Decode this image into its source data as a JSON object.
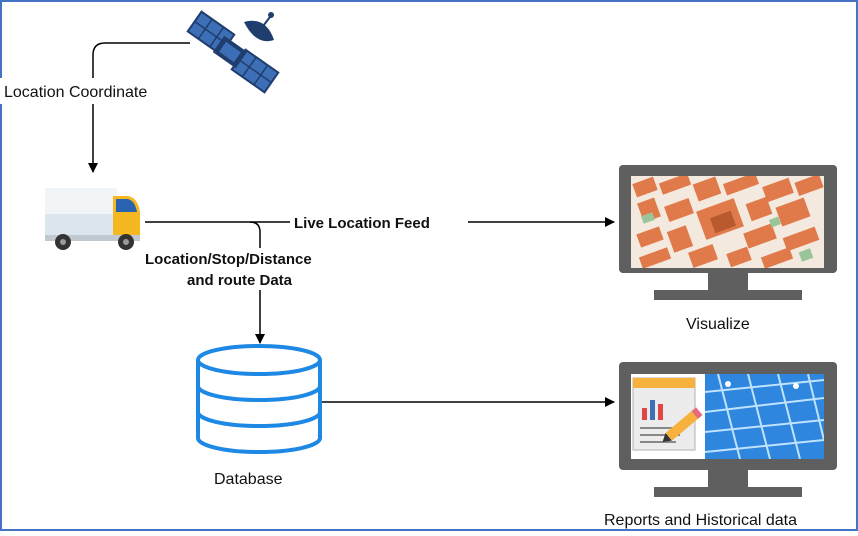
{
  "diagram": {
    "border_color": "#4472C4",
    "labels": {
      "location_coordinate": "Location Coordinate",
      "live_feed": "Live Location Feed",
      "route_data_line1": "Location/Stop/Distance",
      "route_data_line2": "and route Data",
      "visualize": "Visualize",
      "database": "Database",
      "reports": "Reports and Historical data"
    },
    "nodes": [
      {
        "id": "satellite",
        "icon": "satellite-icon"
      },
      {
        "id": "truck",
        "icon": "truck-icon"
      },
      {
        "id": "database",
        "icon": "database-icon"
      },
      {
        "id": "visualize-monitor",
        "icon": "map-monitor-icon"
      },
      {
        "id": "reports-monitor",
        "icon": "report-monitor-icon"
      }
    ],
    "edges": [
      {
        "from": "satellite",
        "to": "truck",
        "label": "Location Coordinate"
      },
      {
        "from": "truck",
        "to": "visualize-monitor",
        "label": "Live Location Feed"
      },
      {
        "from": "truck",
        "to": "database",
        "label": "Location/Stop/Distance and route Data"
      },
      {
        "from": "database",
        "to": "reports-monitor",
        "label": ""
      }
    ]
  }
}
